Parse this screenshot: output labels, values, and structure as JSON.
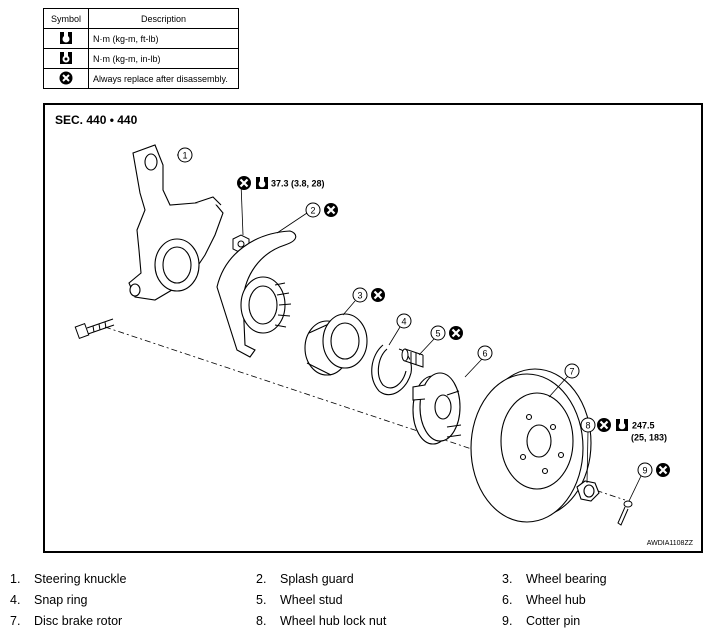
{
  "legend": {
    "header_symbol": "Symbol",
    "header_description": "Description",
    "rows": [
      {
        "icon": "torque-wrench-icon",
        "description": "N·m (kg-m, ft-lb)"
      },
      {
        "icon": "torque-wrench-small-icon",
        "description": "N·m (kg-m, in-lb)"
      },
      {
        "icon": "replace-x-icon",
        "description": "Always replace after disassembly."
      }
    ]
  },
  "diagram": {
    "section": "SEC. 440 • 440",
    "code": "AWDIA1108ZZ",
    "torque_1": "37.3 (3.8, 28)",
    "torque_2_line1": "247.5",
    "torque_2_line2": "(25, 183)",
    "callouts": [
      "1",
      "2",
      "3",
      "4",
      "5",
      "6",
      "7",
      "8",
      "9"
    ]
  },
  "parts": [
    {
      "num": "1.",
      "name": "Steering knuckle"
    },
    {
      "num": "2.",
      "name": "Splash guard"
    },
    {
      "num": "3.",
      "name": "Wheel bearing"
    },
    {
      "num": "4.",
      "name": "Snap ring"
    },
    {
      "num": "5.",
      "name": "Wheel stud"
    },
    {
      "num": "6.",
      "name": "Wheel hub"
    },
    {
      "num": "7.",
      "name": "Disc brake rotor"
    },
    {
      "num": "8.",
      "name": "Wheel hub lock nut"
    },
    {
      "num": "9.",
      "name": "Cotter pin"
    }
  ]
}
